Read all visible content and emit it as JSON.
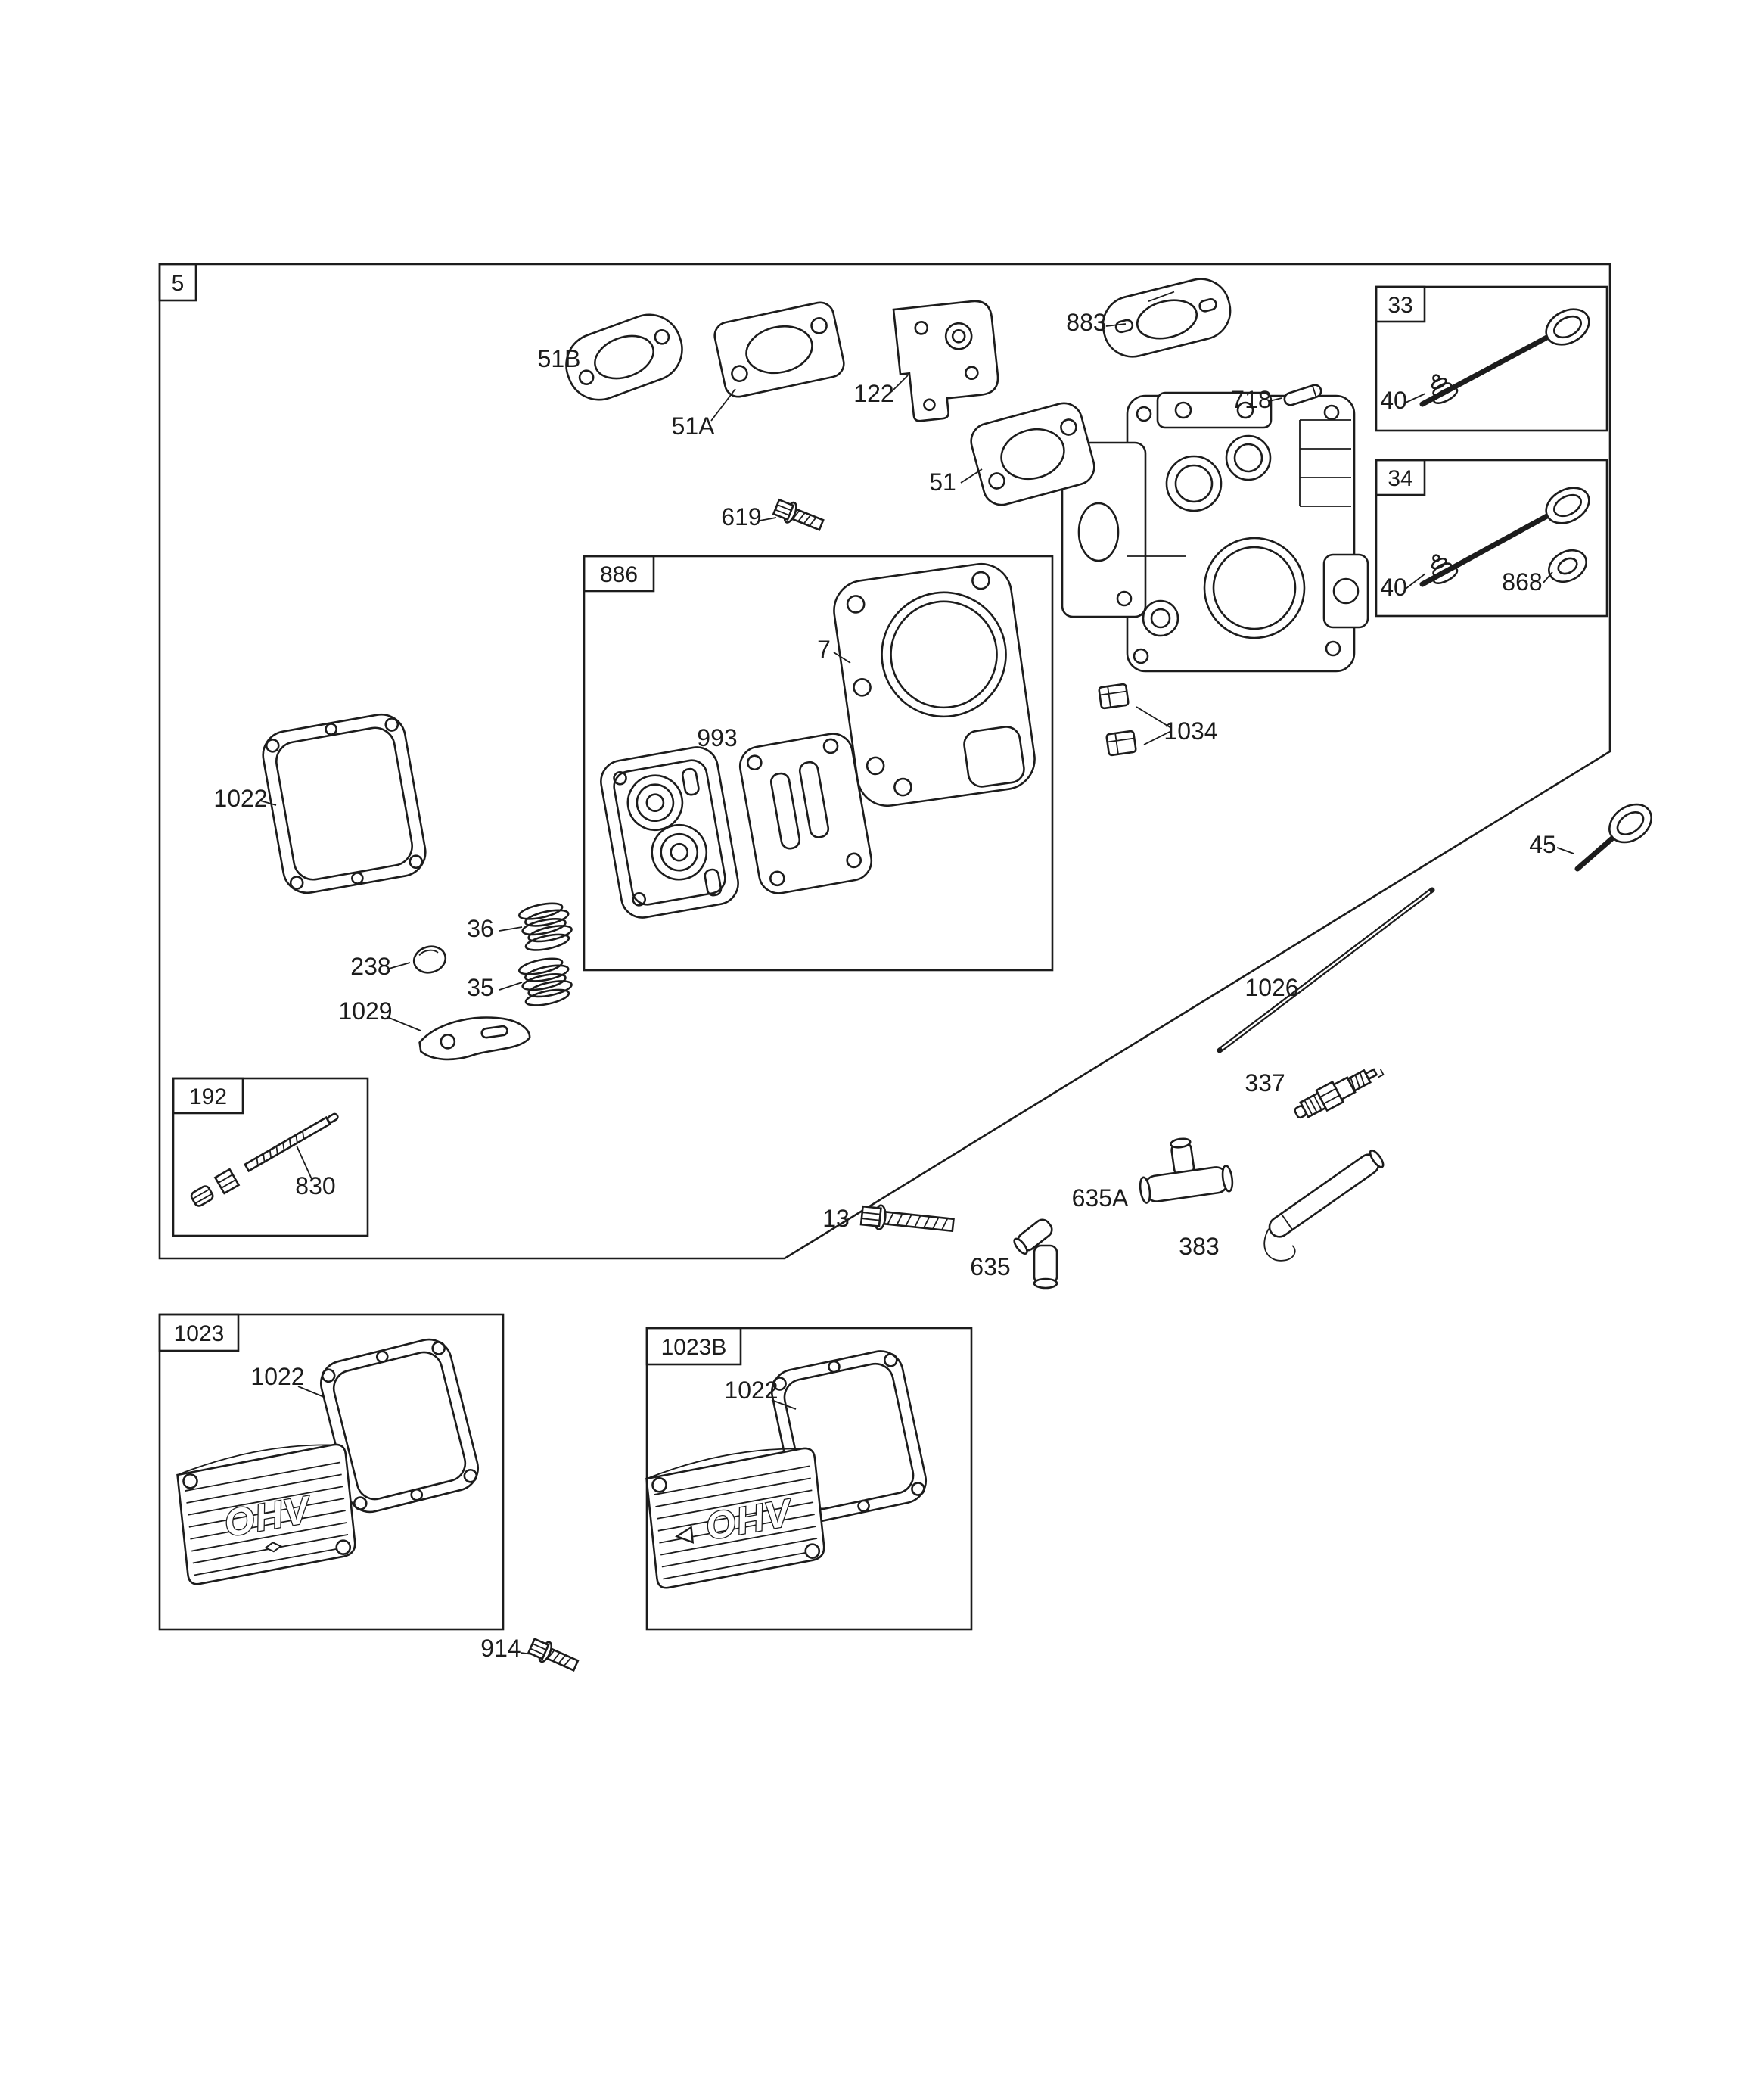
{
  "colors": {
    "ink": "#1c1c1c",
    "paper": "#ffffff"
  },
  "group_labels": {
    "g5": "5",
    "g33": "33",
    "g34": "34",
    "g886": "886",
    "g192": "192",
    "g1023": "1023",
    "g1023B": "1023B"
  },
  "callouts": {
    "c51B": "51B",
    "c51A": "51A",
    "c122": "122",
    "c883": "883",
    "c718": "718",
    "c51": "51",
    "c619": "619",
    "c40_intake": "40",
    "c40_exhaust": "40",
    "c868": "868",
    "c7": "7",
    "c993": "993",
    "c1022_head": "1022",
    "c36": "36",
    "c238": "238",
    "c35": "35",
    "c1029": "1029",
    "c1034": "1034",
    "c45": "45",
    "c1026": "1026",
    "c337": "337",
    "c13": "13",
    "c635A": "635A",
    "c635": "635",
    "c383": "383",
    "c830": "830",
    "c1022_cover1": "1022",
    "c1022_cover2": "1022",
    "c914": "914"
  },
  "cover_text": {
    "logo": "OHV"
  }
}
